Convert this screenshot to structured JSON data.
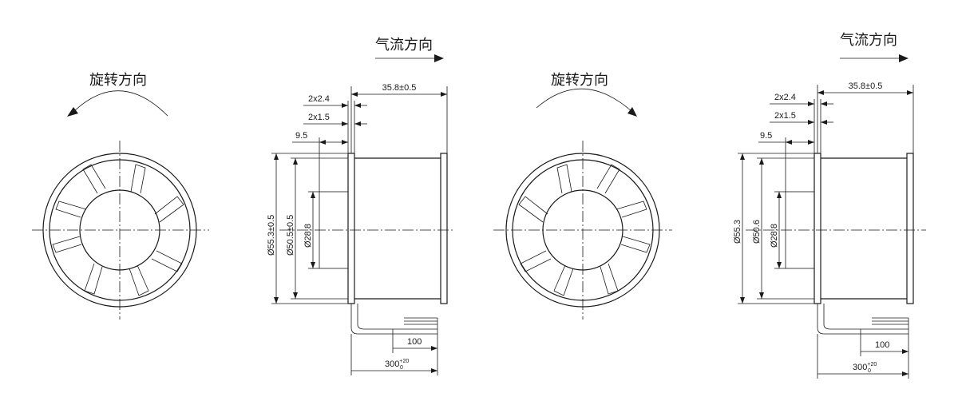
{
  "left_assembly": {
    "rotation_label": "旋转方向",
    "airflow_label": "气流方向",
    "dims": {
      "length": "35.8±0.5",
      "flange_gap": "2x2.4",
      "flange_thk": "2x1.5",
      "hub_depth": "9.5",
      "outer_dia": "Ø55.3±0.5",
      "inner_dia": "Ø50.5±0.5",
      "hub_dia": "Ø28.8",
      "cable_short": "100",
      "cable_long_base": "300",
      "cable_long_tol_sup": "+20",
      "cable_long_tol_sub": "0"
    }
  },
  "right_assembly": {
    "rotation_label": "旋转方向",
    "airflow_label": "气流方向",
    "dims": {
      "length": "35.8±0.5",
      "flange_gap": "2x2.4",
      "flange_thk": "2x1.5",
      "hub_depth": "9.5",
      "outer_dia": "Ø55.3",
      "inner_dia": "Ø50.6",
      "hub_dia": "Ø28.8",
      "cable_short": "100",
      "cable_long_base": "300",
      "cable_long_tol_sup": "+20",
      "cable_long_tol_sub": "0"
    }
  },
  "icons": [
    "rotation-arrow-icon",
    "airflow-arrow-icon"
  ]
}
